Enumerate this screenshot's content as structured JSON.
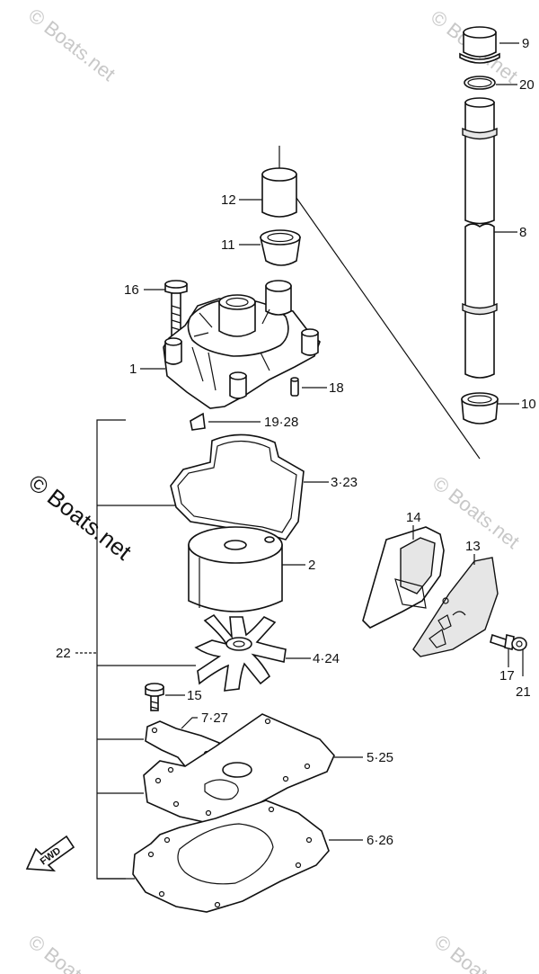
{
  "watermark_main": "© Boats.net",
  "watermarks": [
    "© Boats.net",
    "© Boats.net",
    "© Boats.net",
    "© Boats.net",
    "© Boats.net",
    "© Boats.net"
  ],
  "fwd_label": "FWD",
  "callouts": {
    "c9": "9",
    "c20": "20",
    "c8": "8",
    "c10": "10",
    "c12": "12",
    "c11": "11",
    "c16": "16",
    "c1": "1",
    "c18": "18",
    "c19_28": "19·28",
    "c3_23": "3·23",
    "c2": "2",
    "c14": "14",
    "c13": "13",
    "c22": "22",
    "c4_24": "4·24",
    "c17": "17",
    "c21": "21",
    "c15": "15",
    "c7_27": "7·27",
    "c5_25": "5·25",
    "c6_26": "6·26"
  }
}
